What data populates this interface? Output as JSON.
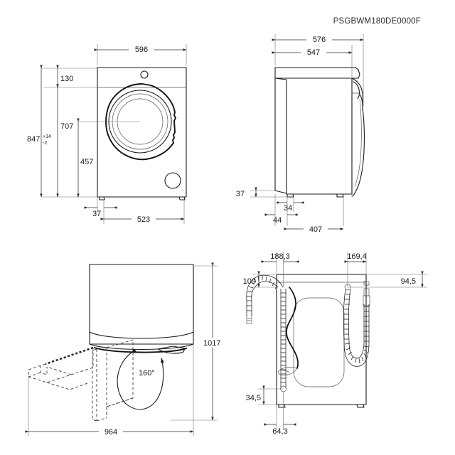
{
  "document": {
    "title": "PSGBWM180DE0000F",
    "kind": "technical-dimension-drawing",
    "product": "front-load washing machine",
    "units": "mm",
    "decimal_separator": ","
  },
  "views": [
    {
      "id": "front-view",
      "name": "Front view",
      "position": "top-left"
    },
    {
      "id": "side-view",
      "name": "Side view",
      "position": "top-right"
    },
    {
      "id": "door-swing-view",
      "name": "Top view with door opening",
      "position": "bottom-left"
    },
    {
      "id": "rear-view",
      "name": "Rear view with hoses and power cord",
      "position": "bottom-right"
    }
  ],
  "dimensions": {
    "front": {
      "width_total": "596",
      "panel_height": "130",
      "door_center_height": "707",
      "door_bottom_height": "457",
      "total_height_base": "847",
      "total_height_tol_upper": "+14",
      "total_height_tol_lower": "-2",
      "foot_inset": "37",
      "foot_span": "523"
    },
    "side": {
      "depth_with_door": "576",
      "depth_body": "547",
      "plinth_height": "37",
      "foot_front_width": "34",
      "front_offset": "44",
      "foot_span": "407"
    },
    "door_swing": {
      "open_depth": "964",
      "open_height": "1017",
      "door_angle": "160°"
    },
    "rear": {
      "drain_hose_x": "188,3",
      "inlet_hose_x": "169,4",
      "top_offset_left": "109",
      "top_offset_right": "94,5",
      "bottom_offset": "34,5",
      "hose_offset_bottom": "64,3"
    }
  },
  "colors": {
    "line": "#1a1a1a",
    "dimension": "#2b2b2b",
    "extension": "#707070",
    "background": "#ffffff",
    "title": "#2a2a2a"
  }
}
